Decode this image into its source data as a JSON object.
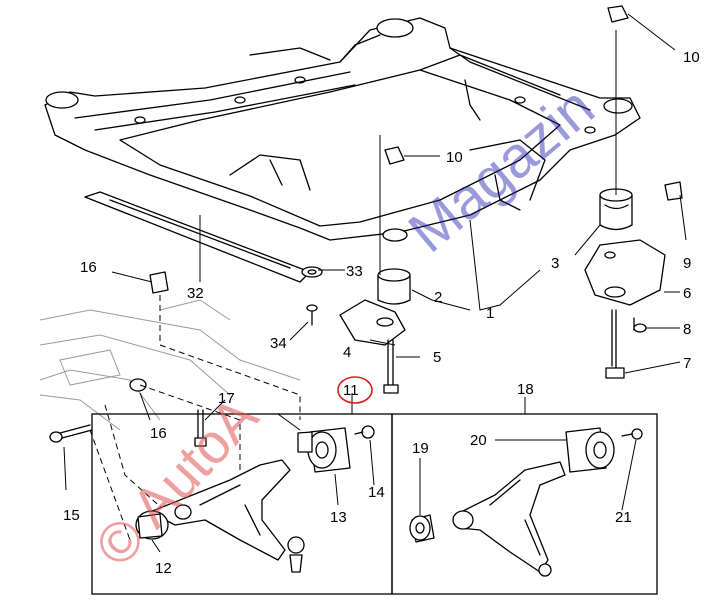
{
  "diagram": {
    "callouts": {
      "c1": "1",
      "c2": "2",
      "c3": "3",
      "c4": "4",
      "c5": "5",
      "c6": "6",
      "c7": "7",
      "c8": "8",
      "c9": "9",
      "c10a": "10",
      "c10b": "10",
      "c11": "11",
      "c12": "12",
      "c13": "13",
      "c14": "14",
      "c15": "15",
      "c16a": "16",
      "c16b": "16",
      "c17": "17",
      "c18": "18",
      "c19": "19",
      "c20": "20",
      "c21": "21",
      "c32": "32",
      "c33": "33",
      "c34": "34"
    },
    "highlight_color": "#d42020",
    "watermark": {
      "primary": "© AutoA",
      "secondary": "Magazin"
    }
  }
}
